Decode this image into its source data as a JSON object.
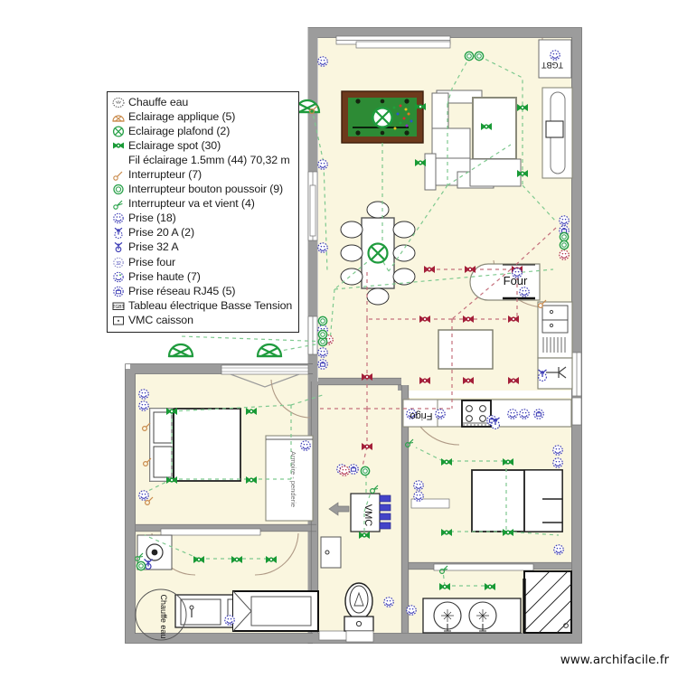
{
  "app": {
    "watermark": "www.archifacile.fr"
  },
  "legend": {
    "items": [
      {
        "icon": "chauffe-eau-icon",
        "label": "Chauffe eau"
      },
      {
        "icon": "eclairage-applique-icon",
        "label": "Eclairage applique (5)"
      },
      {
        "icon": "eclairage-plafond-icon",
        "label": "Eclairage plafond (2)"
      },
      {
        "icon": "eclairage-spot-icon",
        "label": "Eclairage spot (30)"
      },
      {
        "icon": "none",
        "label": "Fil éclairage 1.5mm (44) 70,32 m"
      },
      {
        "icon": "interrupteur-icon",
        "label": "Interrupteur (7)"
      },
      {
        "icon": "interrupteur-bouton-poussoir-icon",
        "label": "Interrupteur bouton poussoir (9)"
      },
      {
        "icon": "interrupteur-va-et-vient-icon",
        "label": "Interrupteur va et vient (4)"
      },
      {
        "icon": "prise-icon",
        "label": "Prise (18)"
      },
      {
        "icon": "prise-20a-icon",
        "label": "Prise 20 A (2)"
      },
      {
        "icon": "prise-32a-icon",
        "label": "Prise 32 A"
      },
      {
        "icon": "prise-four-icon",
        "label": "Prise four"
      },
      {
        "icon": "prise-haute-icon",
        "label": "Prise haute (7)"
      },
      {
        "icon": "prise-rj45-icon",
        "label": "Prise réseau RJ45 (5)"
      },
      {
        "icon": "tableau-electrique-icon",
        "label": "Tableau électrique Basse Tension"
      },
      {
        "icon": "vmc-caisson-icon",
        "label": "VMC caisson"
      }
    ]
  },
  "plan": {
    "labels": {
      "tgbt": "TGBT",
      "four": "Four",
      "frigo": "Frigo",
      "vmc": "VMC",
      "chauffe_eau": "Chauffe eau",
      "armoire_penderie": "Armoire - penderie"
    },
    "colors": {
      "floor": "#faf6df",
      "wall": "#9c9c9c",
      "wall_line": "#6e6e6e",
      "light_green": "#1f9b3d",
      "wire_light": "#79c98d",
      "wire_power": "#c4545f",
      "socket_blue": "#3a3ab4",
      "applique_orange": "#c98a4a",
      "pool_felt": "#2d8b35",
      "pool_frame": "#6d3a1c",
      "red_power": "#9c1f33"
    }
  }
}
